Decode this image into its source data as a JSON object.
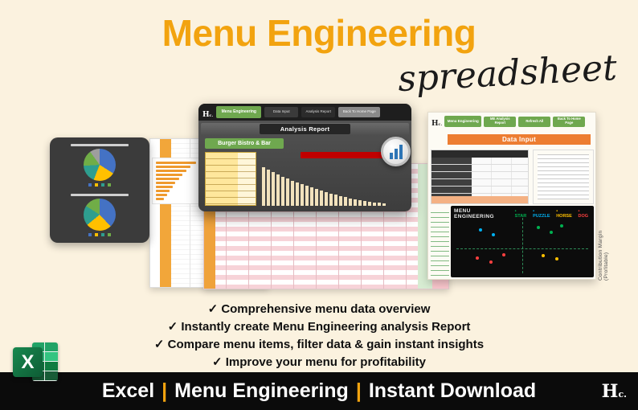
{
  "brand": {
    "h": "H",
    "c": "c."
  },
  "header": {
    "title": "Menu Engineering",
    "subtitle": "spreadsheet"
  },
  "features": [
    "✓ Comprehensive menu data overview",
    "✓ Instantly create Menu Engineering analysis Report",
    "✓ Compare menu items, filter data & gain instant insights",
    "✓ Improve your menu for profitability"
  ],
  "footer": {
    "segments": [
      "Excel",
      "Menu Engineering",
      "Instant Download"
    ],
    "separator": "|"
  },
  "excel_icon": {
    "letter": "X"
  },
  "popup": {
    "nav": {
      "home_button": "Menu Engineering",
      "buttons": [
        "Data Input",
        "Analysis Report",
        "Back To Home Page"
      ]
    },
    "header": "Analysis Report",
    "restaurant": "Burger Bistro & Bar"
  },
  "data_input_panel": {
    "nav": {
      "home_button": "Menu Engineering",
      "buttons": [
        "ME Analysis Report",
        "Refresh All",
        "Back To Home Page"
      ]
    },
    "header": "Data Input"
  },
  "matrix": {
    "title": "MENU ENGINEERING",
    "legend": [
      {
        "label": "STAR",
        "color": "#00b050"
      },
      {
        "label": "PUZZLE",
        "color": "#00b0f0"
      },
      {
        "label": "HORSE",
        "color": "#ffc000"
      },
      {
        "label": "DOG",
        "color": "#ff4040"
      }
    ],
    "y_axis_label": "Contribution Margin (Profitable)"
  },
  "colors": {
    "accent_orange": "#F2A30F",
    "excel_green": "#107C41",
    "button_green": "#6FA84F",
    "header_orange": "#ED7D31",
    "chart_red": "#C00000",
    "pie": [
      "#4472C4",
      "#FFC000",
      "#2E9E8F",
      "#70AD47",
      "#9E9E9E"
    ]
  },
  "decor": {
    "pie1": [
      34,
      22,
      18,
      16,
      10
    ],
    "pie2": [
      38,
      26,
      20,
      16
    ],
    "orange_bars": [
      92,
      80,
      70,
      61,
      53,
      45,
      38,
      31,
      25,
      19
    ],
    "column_bars": [
      88,
      82,
      77,
      71,
      66,
      62,
      57,
      53,
      49,
      45,
      41,
      38,
      34,
      31,
      28,
      25,
      22,
      20,
      17,
      15,
      13,
      11,
      9,
      8,
      7,
      6
    ],
    "scatter": [
      [
        62,
        18,
        "#00b050"
      ],
      [
        72,
        26,
        "#00b050"
      ],
      [
        80,
        14,
        "#00b050"
      ],
      [
        18,
        22,
        "#00b0f0"
      ],
      [
        28,
        30,
        "#00b0f0"
      ],
      [
        66,
        68,
        "#ffc000"
      ],
      [
        76,
        74,
        "#ffc000"
      ],
      [
        16,
        72,
        "#ff4040"
      ],
      [
        26,
        80,
        "#ff4040"
      ],
      [
        36,
        66,
        "#ff4040"
      ]
    ]
  }
}
